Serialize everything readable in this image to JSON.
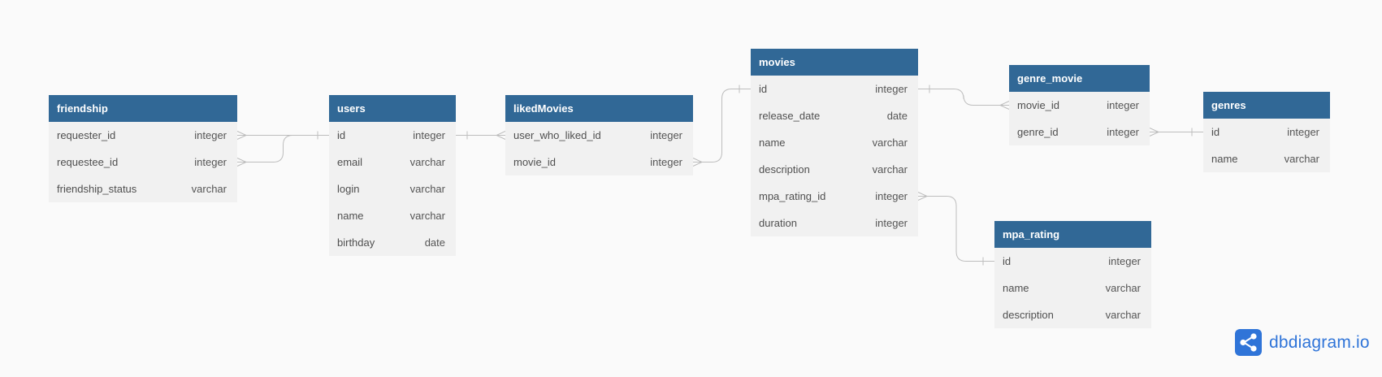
{
  "tables": [
    {
      "name": "friendship",
      "fields": [
        {
          "name": "requester_id",
          "type": "integer"
        },
        {
          "name": "requestee_id",
          "type": "integer"
        },
        {
          "name": "friendship_status",
          "type": "varchar"
        }
      ]
    },
    {
      "name": "users",
      "fields": [
        {
          "name": "id",
          "type": "integer"
        },
        {
          "name": "email",
          "type": "varchar"
        },
        {
          "name": "login",
          "type": "varchar"
        },
        {
          "name": "name",
          "type": "varchar"
        },
        {
          "name": "birthday",
          "type": "date"
        }
      ]
    },
    {
      "name": "likedMovies",
      "fields": [
        {
          "name": "user_who_liked_id",
          "type": "integer"
        },
        {
          "name": "movie_id",
          "type": "integer"
        }
      ]
    },
    {
      "name": "movies",
      "fields": [
        {
          "name": "id",
          "type": "integer"
        },
        {
          "name": "release_date",
          "type": "date"
        },
        {
          "name": "name",
          "type": "varchar"
        },
        {
          "name": "description",
          "type": "varchar"
        },
        {
          "name": "mpa_rating_id",
          "type": "integer"
        },
        {
          "name": "duration",
          "type": "integer"
        }
      ]
    },
    {
      "name": "genre_movie",
      "fields": [
        {
          "name": "movie_id",
          "type": "integer"
        },
        {
          "name": "genre_id",
          "type": "integer"
        }
      ]
    },
    {
      "name": "genres",
      "fields": [
        {
          "name": "id",
          "type": "integer"
        },
        {
          "name": "name",
          "type": "varchar"
        }
      ]
    },
    {
      "name": "mpa_rating",
      "fields": [
        {
          "name": "id",
          "type": "integer"
        },
        {
          "name": "name",
          "type": "varchar"
        },
        {
          "name": "description",
          "type": "varchar"
        }
      ]
    }
  ],
  "relations": [
    {
      "from": "friendship.requester_id",
      "to": "users.id",
      "from_end": "many",
      "to_end": "one"
    },
    {
      "from": "friendship.requestee_id",
      "to": "users.id",
      "from_end": "many",
      "to_end": "one"
    },
    {
      "from": "users.id",
      "to": "likedMovies.user_who_liked_id",
      "from_end": "one",
      "to_end": "many"
    },
    {
      "from": "likedMovies.movie_id",
      "to": "movies.id",
      "from_end": "many",
      "to_end": "one"
    },
    {
      "from": "movies.id",
      "to": "genre_movie.movie_id",
      "from_end": "one",
      "to_end": "many"
    },
    {
      "from": "genre_movie.genre_id",
      "to": "genres.id",
      "from_end": "many",
      "to_end": "one"
    },
    {
      "from": "movies.mpa_rating_id",
      "to": "mpa_rating.id",
      "from_end": "many",
      "to_end": "one"
    }
  ],
  "colors": {
    "header": "#316896",
    "body": "#f1f1f1",
    "line": "#bdbdbd",
    "brand": "#2f74d8"
  },
  "brand": {
    "icon": "share-nodes-icon",
    "text": "dbdiagram.io"
  }
}
